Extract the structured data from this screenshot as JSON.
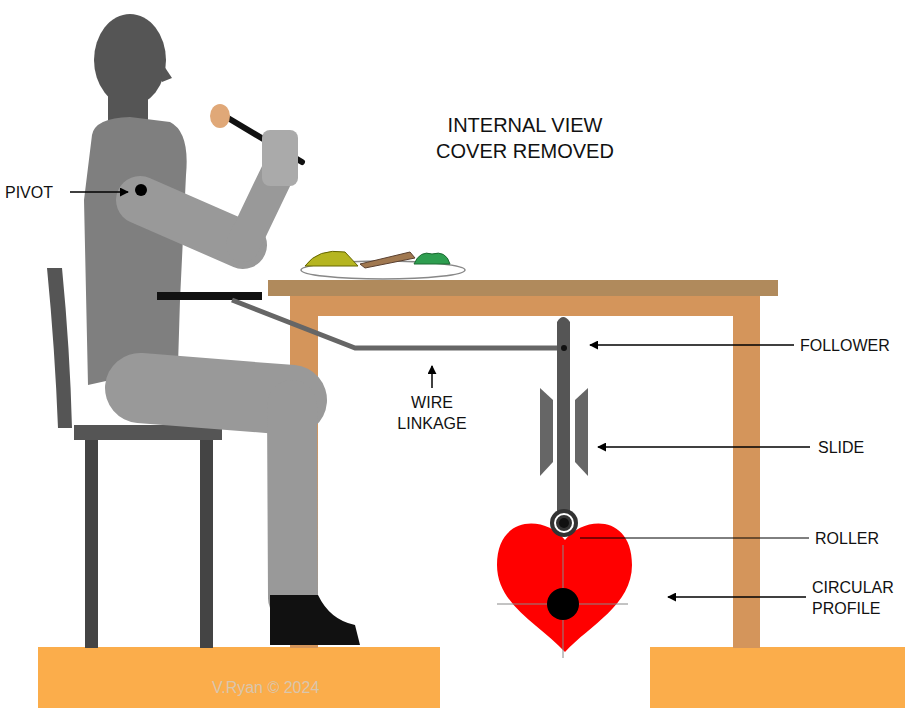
{
  "diagram": {
    "labels": [
      "INTERNAL VIEW COVER REMOVED",
      "PIVOT",
      "FOLLOWER",
      "WIRE LINKAGE",
      "SLIDE",
      "ROLLER",
      "CIRCULAR PROFILE",
      "V.Ryan © 2024"
    ]
  }
}
